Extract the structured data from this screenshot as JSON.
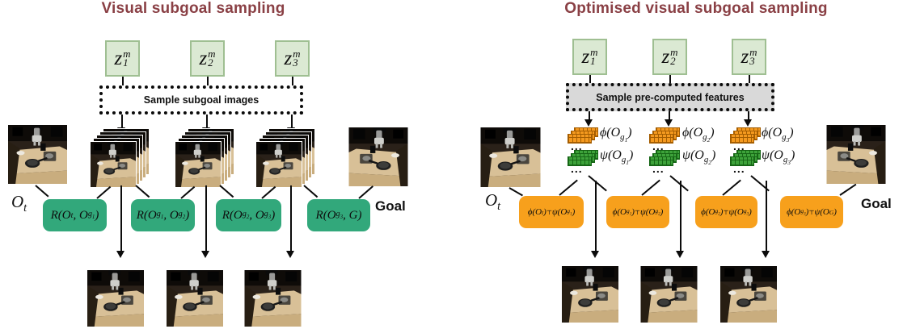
{
  "left_panel": {
    "title": "Visual subgoal sampling",
    "latents": [
      {
        "base": "z",
        "sup": "m",
        "sub": "1"
      },
      {
        "base": "z",
        "sup": "m",
        "sub": "2"
      },
      {
        "base": "z",
        "sup": "m",
        "sub": "3"
      }
    ],
    "sampler_label": "Sample subgoal images",
    "observation_label_html": "O<sub>t</sub>",
    "goal_label": "Goal",
    "reward_boxes": [
      {
        "label_html": "R(O<sub>t</sub>, O<sub>g<sub>1</sub></sub>)"
      },
      {
        "label_html": "R(O<sub>g<sub>1</sub></sub>, O<sub>g<sub>2</sub></sub>)"
      },
      {
        "label_html": "R(O<sub>g<sub>2</sub></sub>, O<sub>g<sub>3</sub></sub>)"
      },
      {
        "label_html": "R(O<sub>g<sub>3</sub></sub>, G)"
      }
    ]
  },
  "right_panel": {
    "title": "Optimised visual subgoal sampling",
    "latents": [
      {
        "base": "z",
        "sup": "m",
        "sub": "1"
      },
      {
        "base": "z",
        "sup": "m",
        "sub": "2"
      },
      {
        "base": "z",
        "sup": "m",
        "sub": "3"
      }
    ],
    "sampler_label": "Sample pre-computed features",
    "observation_label_html": "O<sub>t</sub>",
    "goal_label": "Goal",
    "ellipsis": "...",
    "phi_features": [
      {
        "label_html": "ϕ(O<sub>g<sub>1</sub></sub>)"
      },
      {
        "label_html": "ϕ(O<sub>g<sub>2</sub></sub>)"
      },
      {
        "label_html": "ϕ(O<sub>g<sub>3</sub></sub>)"
      }
    ],
    "psi_features": [
      {
        "label_html": "ψ(O<sub>g<sub>1</sub></sub>)"
      },
      {
        "label_html": "ψ(O<sub>g<sub>2</sub></sub>)"
      },
      {
        "label_html": "ψ(O<sub>g<sub>3</sub></sub>)"
      }
    ],
    "score_boxes": [
      {
        "label_html": "ϕ(O<sub>t</sub>)<sup>⊤</sup>ψ(O<sub>g<sub>1</sub></sub>)"
      },
      {
        "label_html": "ϕ(O<sub>g<sub>1</sub></sub>)<sup>⊤</sup>ψ(O<sub>g<sub>2</sub></sub>)"
      },
      {
        "label_html": "ϕ(O<sub>g<sub>2</sub></sub>)<sup>⊤</sup>ψ(O<sub>g<sub>3</sub></sub>)"
      },
      {
        "label_html": "ϕ(O<sub>g<sub>3</sub></sub>)<sup>⊤</sup>ψ(O<sub>G</sub>)"
      }
    ]
  },
  "colors": {
    "title_text": "#8a4045",
    "latent_box_fill": "#dbe9d3",
    "latent_box_border": "#9fbf92",
    "reward_box_fill": "#32a87b",
    "score_box_fill": "#f7a01c",
    "phi_cell_fill": "#f4991f",
    "psi_cell_fill": "#3da23a",
    "sampler_fill_left": "#ffffff",
    "sampler_fill_right": "#d9d9d9"
  }
}
